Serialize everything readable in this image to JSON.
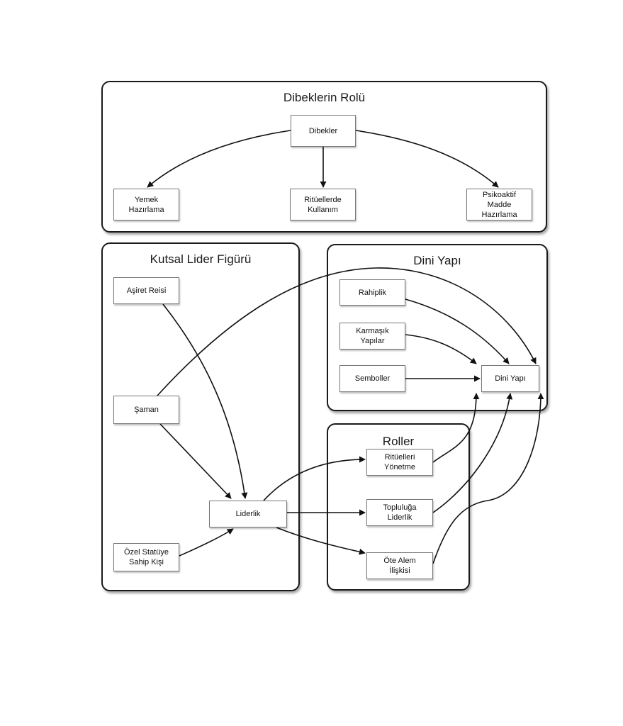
{
  "groups": {
    "dibekler": {
      "title": "Dibeklerin Rolü"
    },
    "kutsal": {
      "title": "Kutsal Lider Figürü"
    },
    "dini": {
      "title": "Dini Yapı"
    },
    "roller": {
      "title": "Roller"
    }
  },
  "nodes": {
    "dibekler": "Dibekler",
    "yemek": "Yemek\nHazırlama",
    "rituellerde": "Ritüellerde\nKullanım",
    "psikoaktif": "Psikoaktif\nMadde\nHazırlama",
    "asiret": "Aşiret Reisi",
    "saman": "Şaman",
    "ozel": "Özel Statüye\nSahip Kişi",
    "liderlik": "Liderlik",
    "rahiplik": "Rahiplik",
    "karmasik": "Karmaşık\nYapılar",
    "semboller": "Semboller",
    "diniyapi": "Dini Yapı",
    "ritueller": "Ritüelleri\nYönetme",
    "topluluga": "Topluluğa\nLiderlik",
    "otealem": "Öte Alem\nİlişkisi"
  },
  "edges": [
    [
      "dibekler",
      "yemek"
    ],
    [
      "dibekler",
      "rituellerde"
    ],
    [
      "dibekler",
      "psikoaktif"
    ],
    [
      "asiret",
      "liderlik"
    ],
    [
      "saman",
      "liderlik"
    ],
    [
      "ozel",
      "liderlik"
    ],
    [
      "saman",
      "diniyapi"
    ],
    [
      "liderlik",
      "ritueller"
    ],
    [
      "liderlik",
      "topluluga"
    ],
    [
      "liderlik",
      "otealem"
    ],
    [
      "rahiplik",
      "diniyapi"
    ],
    [
      "karmasik",
      "diniyapi"
    ],
    [
      "semboller",
      "diniyapi"
    ],
    [
      "ritueller",
      "diniyapi"
    ],
    [
      "topluluga",
      "diniyapi"
    ],
    [
      "otealem",
      "diniyapi"
    ]
  ]
}
